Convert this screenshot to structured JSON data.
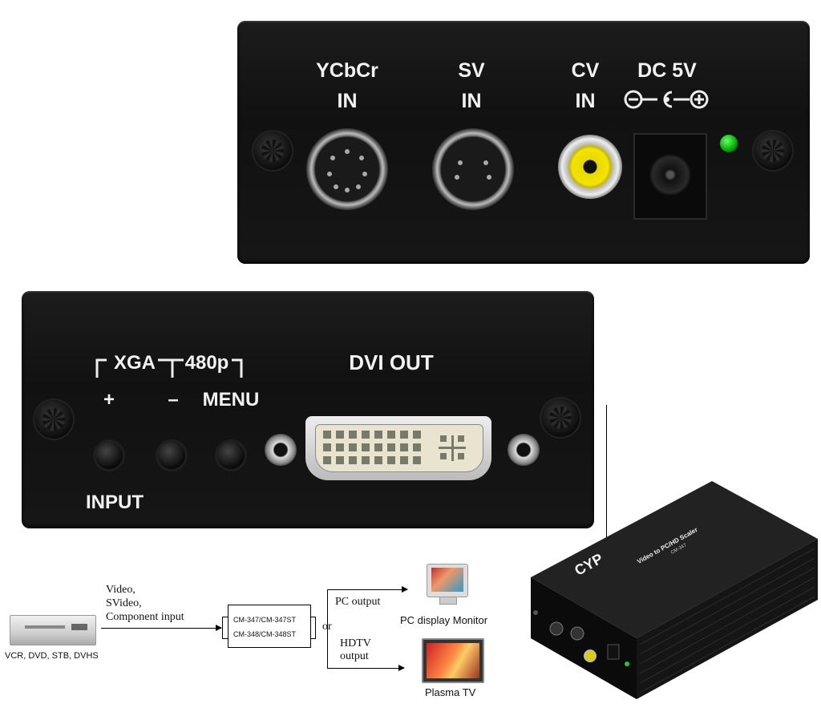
{
  "top_panel": {
    "ycbcr_line1": "YCbCr",
    "ycbcr_line2": "IN",
    "sv_line1": "SV",
    "sv_line2": "IN",
    "cv_line1": "CV",
    "cv_line2": "IN",
    "dc_label": "DC 5V"
  },
  "bottom_panel": {
    "xga": "XGA",
    "p480": "480p",
    "plus": "+",
    "minus": "–",
    "menu": "MENU",
    "input": "INPUT",
    "dvi_out": "DVI OUT"
  },
  "diagram": {
    "input_line1": "Video,",
    "input_line2": "SVideo,",
    "input_line3": "Component input",
    "source_caption": "VCR, DVD, STB, DVHS",
    "model_line1": "CM-347/CM-347ST",
    "model_line2": "CM-348/CM-348ST",
    "or": "or",
    "pc_output": "PC output",
    "hdtv_line1": "HDTV",
    "hdtv_line2": "output",
    "monitor_caption": "PC display Monitor",
    "plasma_caption": "Plasma TV"
  },
  "product": {
    "brand": "CYP",
    "title": "Video to PC/HD Scaler",
    "model": "CM-347"
  }
}
